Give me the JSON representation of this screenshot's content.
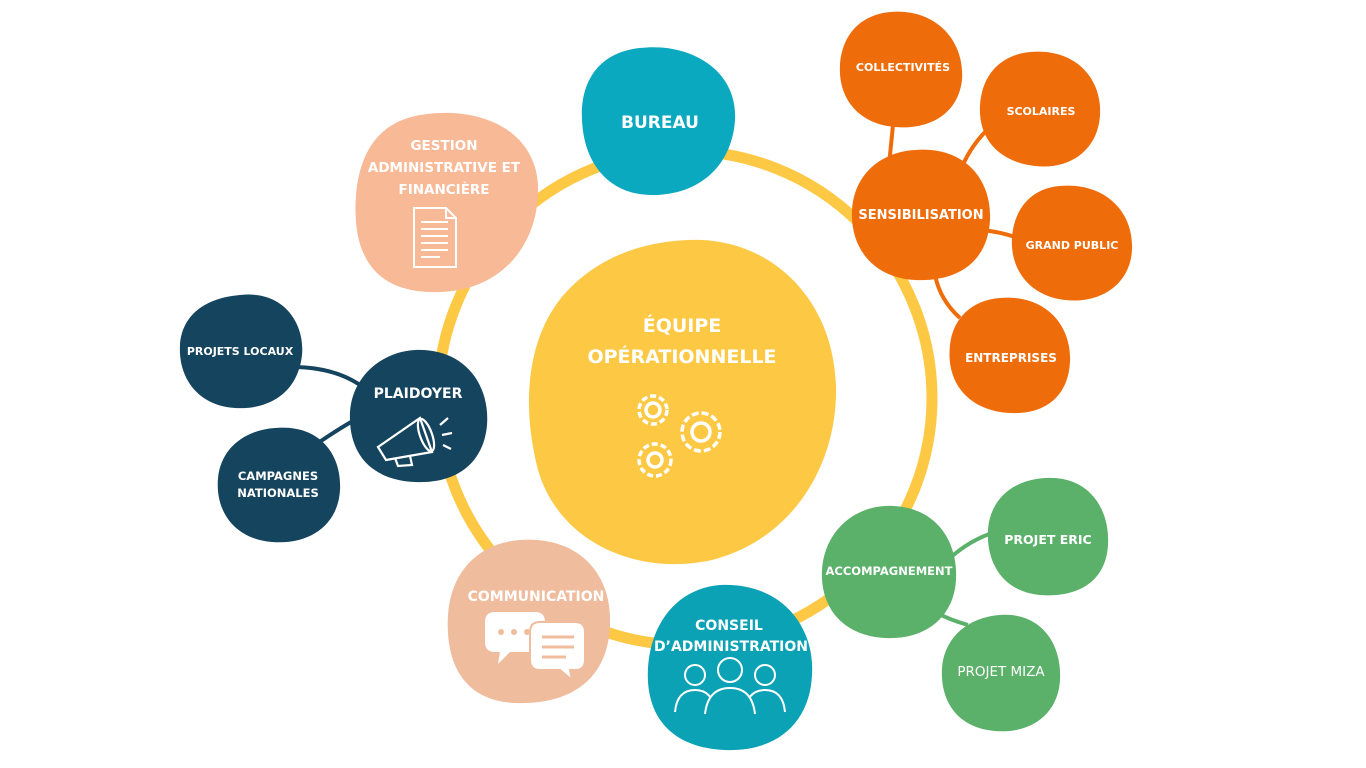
{
  "colors": {
    "ring": "#FDC843",
    "center": "#FDC843",
    "bureau": "#0BA9BF",
    "gestion": "#F8B996",
    "sensibilisation": "#EF6C0B",
    "plaidoyer": "#15445E",
    "communication": "#F0BC9E",
    "conseil": "#0BA2B5",
    "accompagnement": "#5BB06A"
  },
  "center": {
    "line1": "ÉQUIPE",
    "line2": "OPÉRATIONNELLE",
    "icon": "gears-icon"
  },
  "nodes": {
    "bureau": {
      "label": "BUREAU"
    },
    "gestion": {
      "line1": "GESTION",
      "line2": "ADMINISTRATIVE ET",
      "line3": "FINANCIÈRE",
      "icon": "document-icon"
    },
    "sensibilisation": {
      "label": "SENSIBILISATION",
      "children": {
        "collectivites": "COLLECTIVITÉS",
        "scolaires": "SCOLAIRES",
        "grand_public": "GRAND PUBLIC",
        "entreprises": "ENTREPRISES"
      }
    },
    "plaidoyer": {
      "label": "PLAIDOYER",
      "icon": "megaphone-icon",
      "children": {
        "projets_locaux": "PROJETS LOCAUX",
        "campagnes_line1": "CAMPAGNES",
        "campagnes_line2": "NATIONALES"
      }
    },
    "communication": {
      "label": "COMMUNICATION",
      "icon": "chat-bubbles-icon"
    },
    "conseil": {
      "line1": "CONSEIL",
      "line2": "D’ADMINISTRATION",
      "icon": "people-icon"
    },
    "accompagnement": {
      "label": "ACCOMPAGNEMENT",
      "children": {
        "projet_eric": "PROJET ERIC",
        "projet_miza": "PROJET MIZA"
      }
    }
  }
}
